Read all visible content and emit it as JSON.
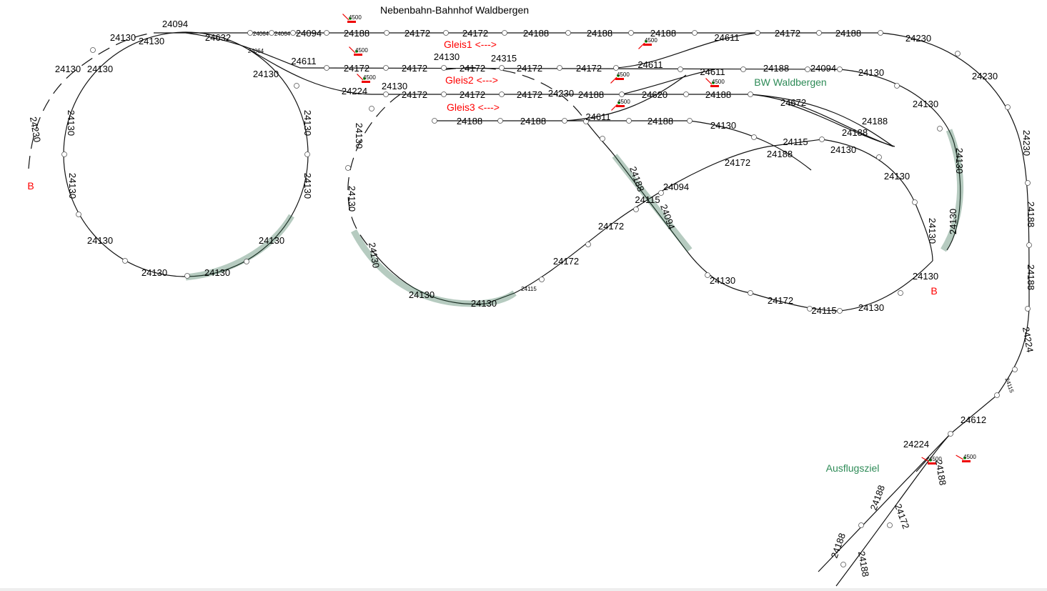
{
  "title": "Nebenbahn-Bahnhof Waldbergen",
  "annotations": {
    "gleis1": "Gleis1 <--->",
    "gleis2": "Gleis2 <--->",
    "gleis3": "Gleis3 <--->",
    "bw": "BW Waldbergen",
    "ausflugsziel": "Ausflugsziel",
    "b_left": "B",
    "b_right": "B"
  },
  "signal_label": "4500",
  "colors": {
    "track": "#111111",
    "annotation_red": "#ff0000",
    "annotation_green": "#2e8b57",
    "bridge": "#2e6b4a"
  },
  "track_labels": [
    "24130",
    "24130",
    "24094",
    "24632",
    "24064",
    "24064",
    "24094",
    "24188",
    "24172",
    "24172",
    "24188",
    "24188",
    "24188",
    "24611",
    "24172",
    "24188",
    "24230",
    "24130",
    "24130",
    "24130",
    "24611",
    "24172",
    "24172",
    "24130",
    "24172",
    "24315",
    "24172",
    "24172",
    "24611",
    "24611",
    "24188",
    "24094",
    "24130",
    "24230",
    "24224",
    "24130",
    "24172",
    "24172",
    "24172",
    "24230",
    "24188",
    "24620",
    "24188",
    "24672",
    "24130",
    "24188",
    "24188",
    "24611",
    "24188",
    "24130",
    "24188",
    "24115",
    "24188",
    "24130",
    "24188",
    "24172",
    "24094",
    "24130",
    "24115",
    "24172",
    "24172",
    "24115",
    "24130",
    "24172",
    "24115",
    "24130",
    "24130",
    "24230",
    "24130",
    "24130",
    "24130",
    "24130",
    "24130",
    "24130",
    "24130",
    "24188",
    "24094",
    "24130",
    "24130",
    "24130",
    "24230",
    "24188",
    "24188",
    "24224",
    "24115",
    "24612",
    "24224",
    "24188",
    "24188",
    "24172",
    "24188",
    "24188",
    "24130",
    "24130",
    "24130",
    "24130",
    "24130",
    "24130",
    "24064"
  ]
}
